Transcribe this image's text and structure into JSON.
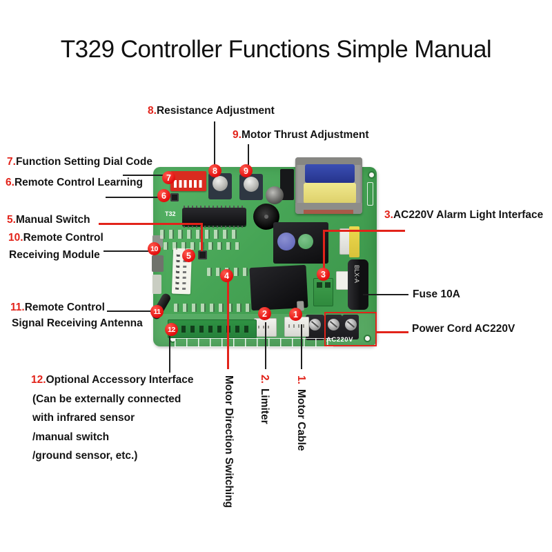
{
  "title": "T329 Controller Functions Simple Manual",
  "colors": {
    "accent_red": "#e2231a",
    "text_black": "#141414",
    "board_green": "#46a455"
  },
  "callouts": {
    "resistance": {
      "num": "8.",
      "text": "Resistance Adjustment"
    },
    "thrust": {
      "num": "9.",
      "text": "Motor Thrust Adjustment"
    },
    "dial_code": {
      "num": "7.",
      "text": "Function Setting Dial Code"
    },
    "remote_learning": {
      "num": "6.",
      "text": "Remote Control Learning"
    },
    "manual_switch": {
      "num": "5.",
      "text": "Manual Switch"
    },
    "receiving_module": {
      "num": "10.",
      "line1": "Remote Control",
      "line2": "Receiving Module"
    },
    "antenna": {
      "num": "11.",
      "line1": "Remote Control",
      "line2": "Signal Receiving Antenna"
    },
    "optional": {
      "num": "12.",
      "line1": "Optional Accessory Interface",
      "line2": "(Can be externally connected",
      "line3": "with infrared sensor",
      "line4": "/manual switch",
      "line5": "/ground sensor, etc.)"
    },
    "alarm": {
      "num": "3.",
      "text": "AC220V Alarm Light Interface"
    },
    "fuse": {
      "text": "Fuse 10A"
    },
    "power": {
      "text": "Power Cord AC220V"
    },
    "motor_direction": {
      "text": "Motor Direction Switching"
    },
    "limiter": {
      "num": "2.",
      "text": "Limiter"
    },
    "motor_cable": {
      "num": "1.",
      "text": "Motor Cable"
    }
  },
  "markers": {
    "m1": "1",
    "m2": "2",
    "m3": "3",
    "m4": "4",
    "m5": "5",
    "m6": "6",
    "m7": "7",
    "m8": "8",
    "m9": "9",
    "m10": "10",
    "m11": "11",
    "m12": "12"
  },
  "board_silkscreen": {
    "model": "T32",
    "power_terminal": "AC220V",
    "fuse_label": "BLX-A"
  }
}
